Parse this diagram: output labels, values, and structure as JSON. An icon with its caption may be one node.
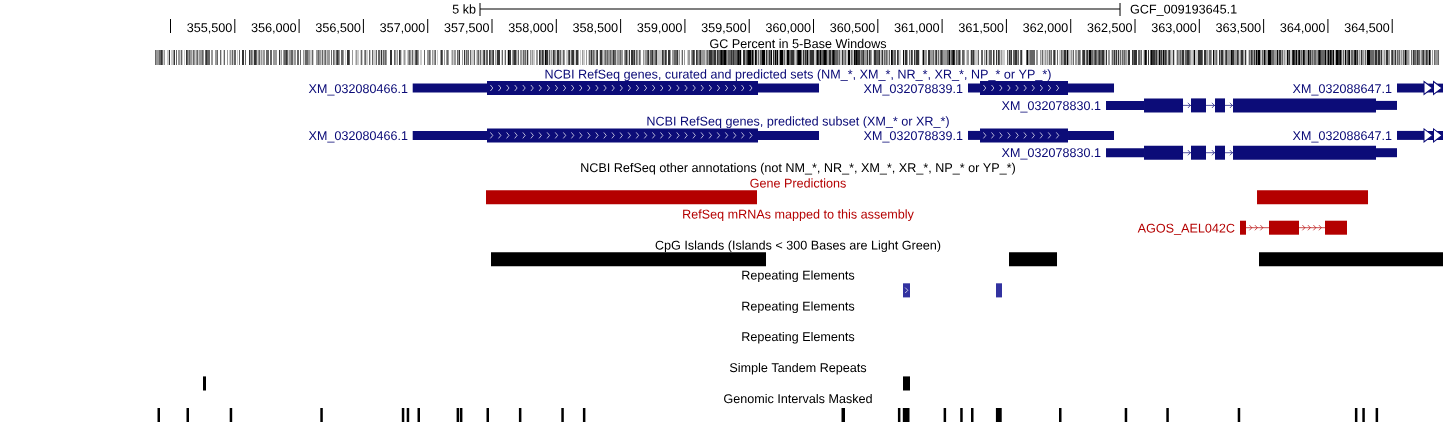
{
  "diagram": {
    "nodes": [
      {
        "text": [],
        "shape": "bar",
        "beside": [
          "XM_032080466.1"
        ]
      },
      {
        "text": [],
        "shape": "bar",
        "beside": [
          "XM_032078839.1"
        ]
      },
      {
        "text": [],
        "shape": "bar",
        "beside": [
          "XM_032088647.1"
        ]
      },
      {
        "text": [],
        "shape": "bar",
        "beside": [
          "XM_032078830.1"
        ]
      },
      {
        "text": [],
        "shape": "bar",
        "beside": [
          "XM_032080466.1"
        ]
      },
      {
        "text": [],
        "shape": "bar",
        "beside": [
          "XM_032078839.1"
        ]
      },
      {
        "text": [],
        "shape": "bar",
        "beside": [
          "XM_032088647.1"
        ]
      },
      {
        "text": [],
        "shape": "bar",
        "beside": [
          "XM_032078830.1"
        ]
      },
      {
        "text": [],
        "shape": "bar"
      },
      {
        "text": [],
        "shape": "bar"
      },
      {
        "text": [],
        "shape": "bar",
        "beside": [
          "AGOS_AEL042C"
        ]
      },
      {
        "text": [],
        "shape": "bar"
      },
      {
        "text": [],
        "shape": "bar"
      },
      {
        "text": [],
        "shape": "bar"
      }
    ],
    "labels": [
      "5 kb",
      "GCF_009193645.1",
      "355,500",
      "356,000",
      "356,500",
      "357,000",
      "357,500",
      "358,000",
      "358,500",
      "359,000",
      "359,500",
      "360,000",
      "360,500",
      "361,000",
      "361,500",
      "362,000",
      "362,500",
      "363,000",
      "363,500",
      "364,000",
      "364,500",
      "GC Percent in 5-Base Windows",
      "NCBI RefSeq genes, curated and predicted sets (NM_*, XM_*, NR_*, XR_*, NP_* or YP_*)",
      "NCBI RefSeq genes, predicted subset (XM_* or XR_*)",
      "NCBI RefSeq other annotations (not NM_*, NR_*, XM_*, XR_*, NP_* or YP_*)",
      "Gene Predictions",
      "RefSeq mRNAs mapped to this assembly",
      "CpG Islands (Islands < 300 Bases are Light Green)",
      "Repeating Elements",
      "Repeating Elements",
      "Repeating Elements",
      "Simple Tandem Repeats",
      "Genomic Intervals Masked"
    ]
  }
}
